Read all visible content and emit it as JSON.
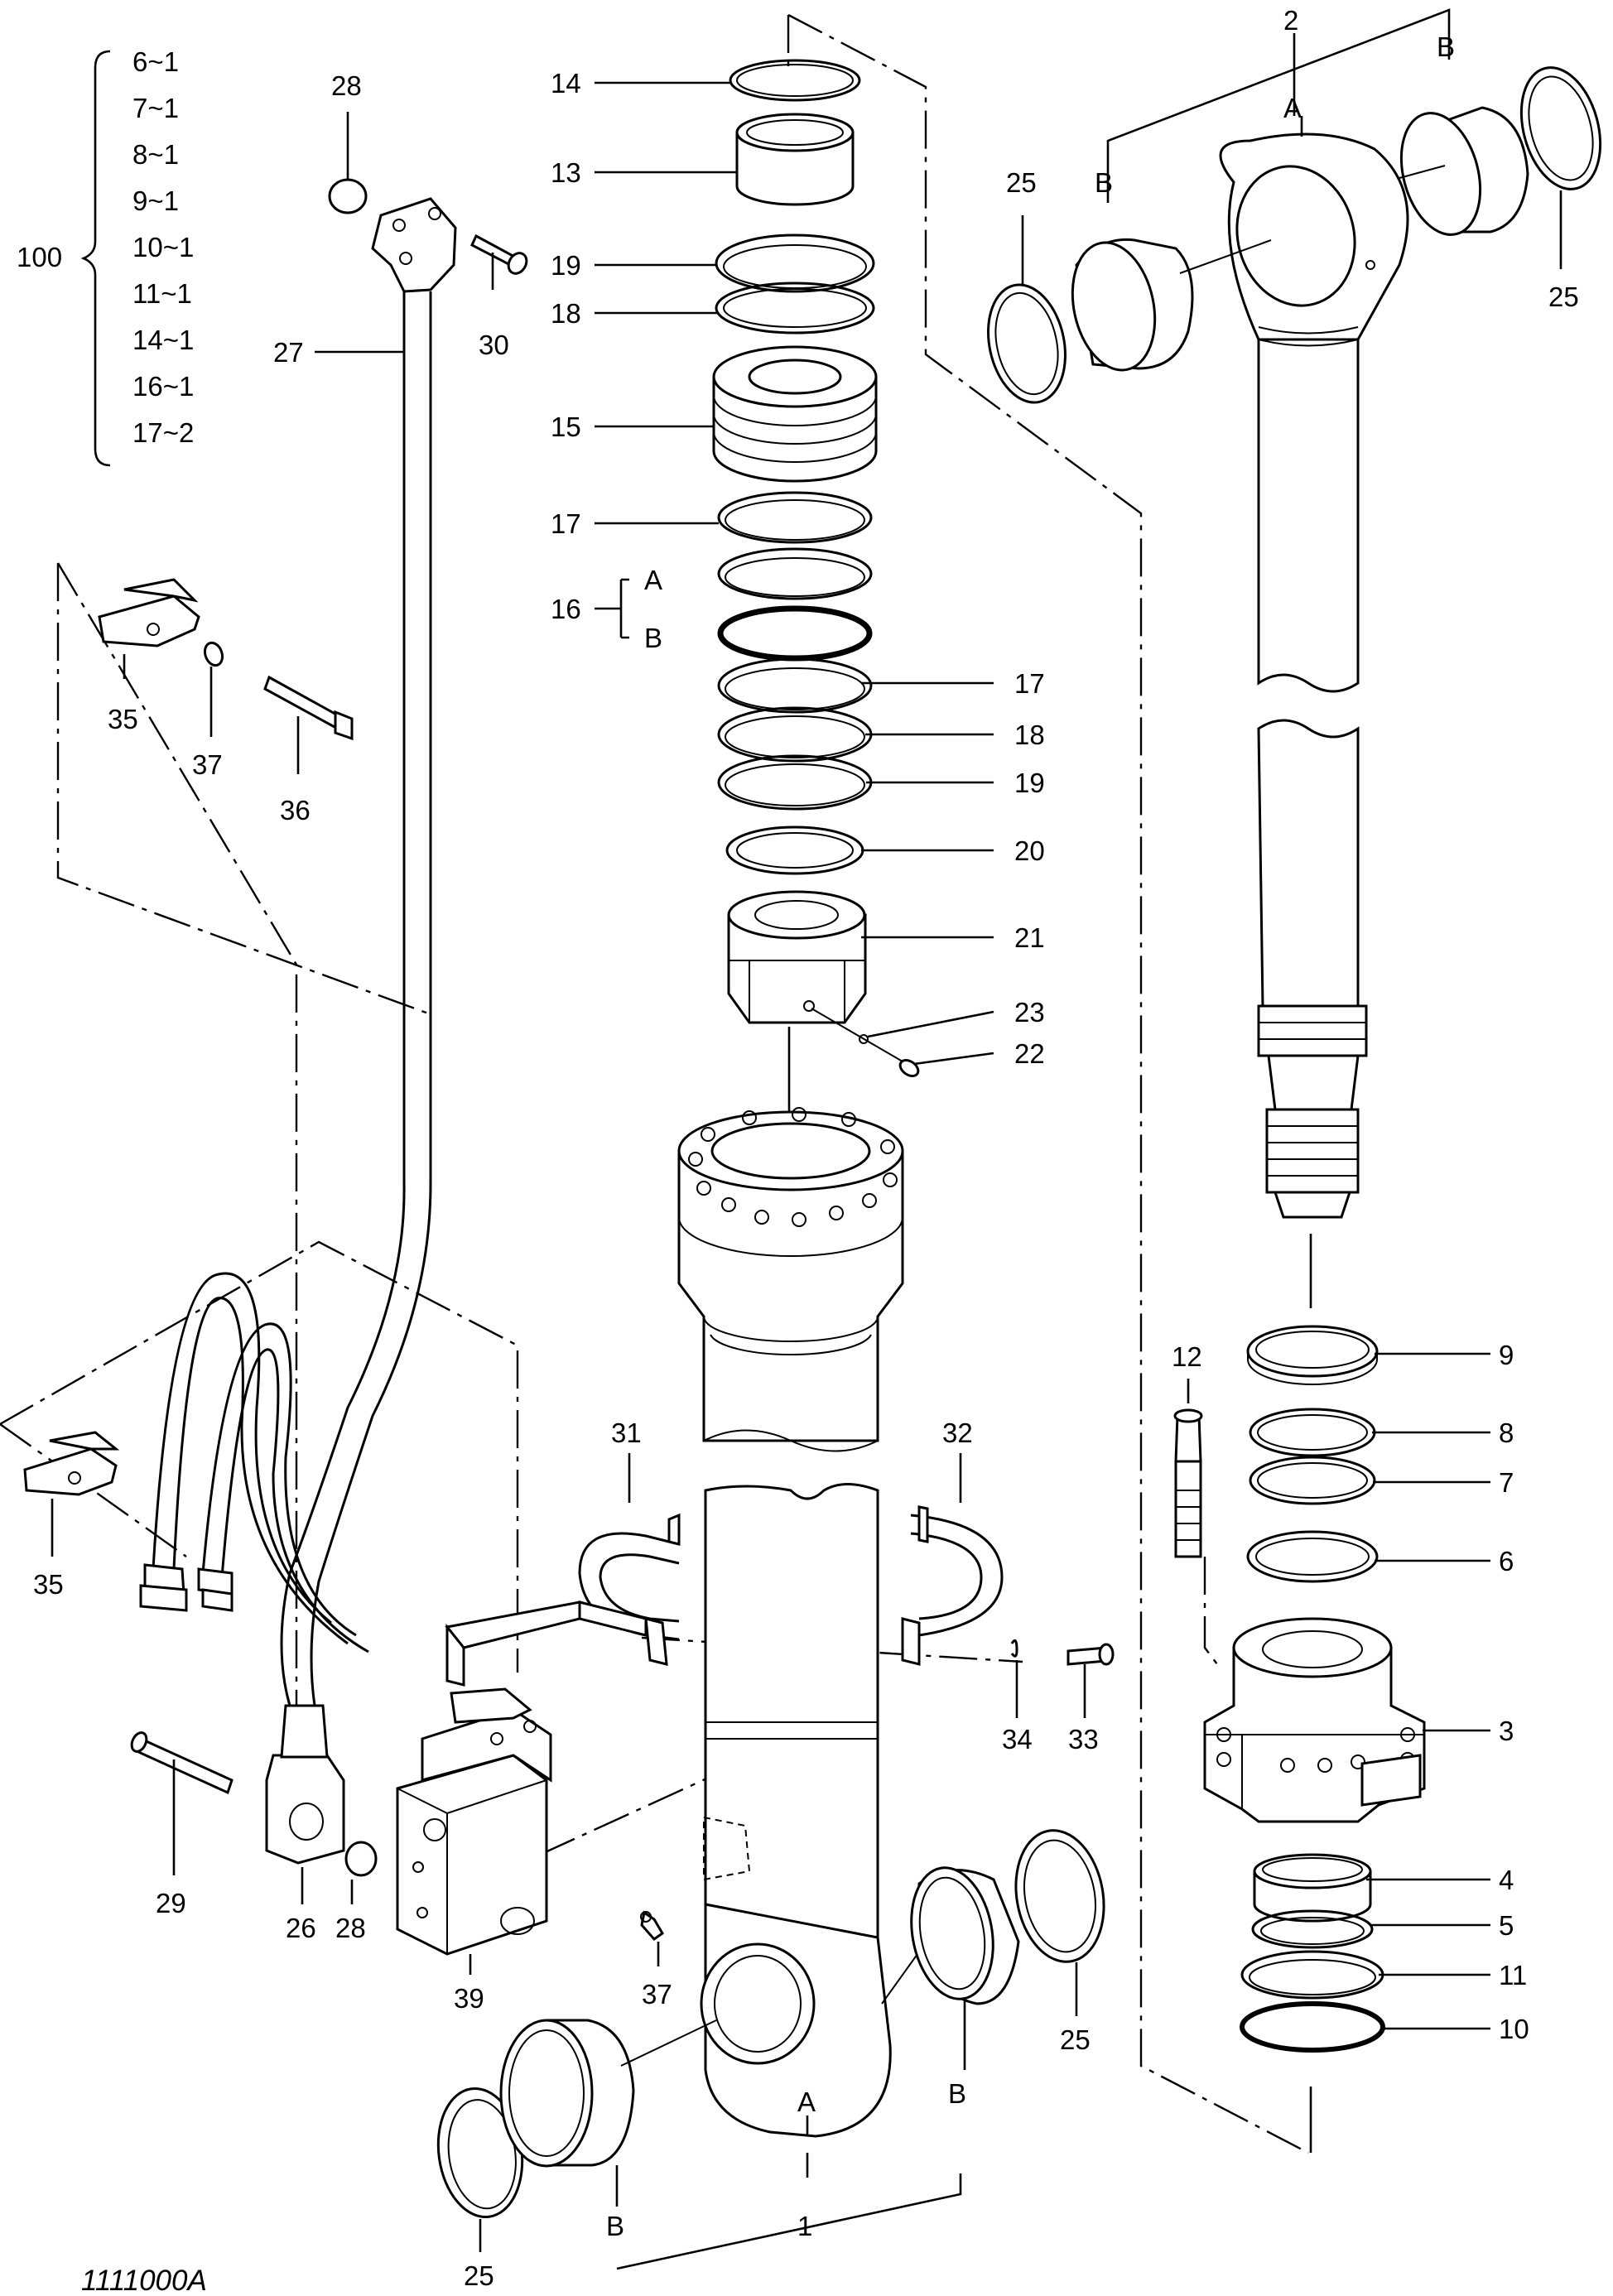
{
  "figure_id": "1111000A",
  "kit": {
    "number": "100",
    "contents": [
      "6~1",
      "7~1",
      "8~1",
      "9~1",
      "10~1",
      "11~1",
      "14~1",
      "16~1",
      "17~2"
    ]
  },
  "callouts": {
    "c1": "1",
    "c2": "2",
    "c3": "3",
    "c4": "4",
    "c5": "5",
    "c6": "6",
    "c7": "7",
    "c8": "8",
    "c9": "9",
    "c10": "10",
    "c11": "11",
    "c12": "12",
    "c13": "13",
    "c14": "14",
    "c15": "15",
    "c16": "16",
    "c17a": "17",
    "c17b": "17",
    "c18a": "18",
    "c18b": "18",
    "c19a": "19",
    "c19b": "19",
    "c20": "20",
    "c21": "21",
    "c22": "22",
    "c23": "23",
    "c25a": "25",
    "c25b": "25",
    "c25c": "25",
    "c25d": "25",
    "c26": "26",
    "c27": "27",
    "c28a": "28",
    "c28b": "28",
    "c29": "29",
    "c30": "30",
    "c31": "31",
    "c32": "32",
    "c33": "33",
    "c34": "34",
    "c35a": "35",
    "c35b": "35",
    "c36": "36",
    "c37a": "37",
    "c37b": "37",
    "c39": "39"
  },
  "letters": {
    "a_top": "A",
    "b_top_left": "B",
    "b_top_right": "B",
    "a_16": "A",
    "b_16": "B",
    "a_bottom": "A",
    "b_bottom_left": "B",
    "b_bottom_right": "B"
  }
}
